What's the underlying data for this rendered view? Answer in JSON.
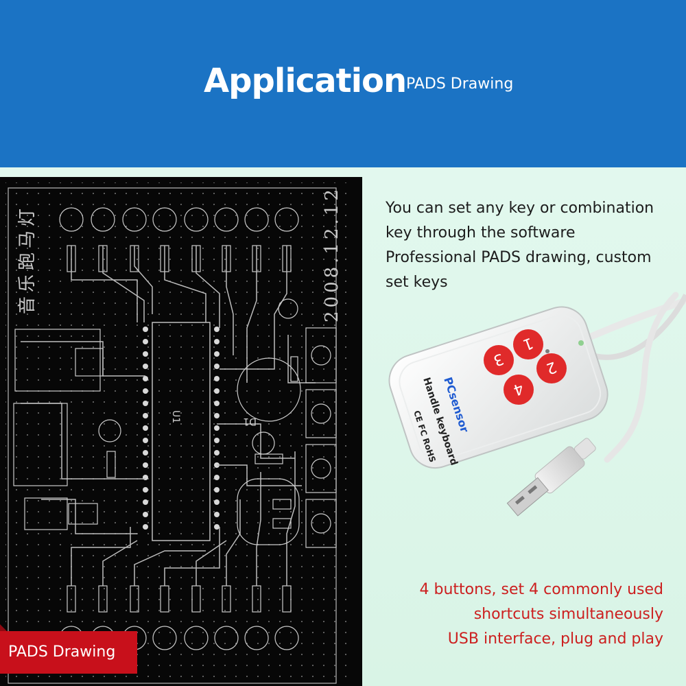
{
  "header": {
    "title": "Application",
    "subtitle": "PADS Drawing"
  },
  "description": {
    "lines": [
      "You can set any key or combination",
      "key through the software",
      "Professional PADS drawing, custom",
      "set keys"
    ]
  },
  "features": {
    "lines": [
      "4 buttons, set 4 commonly used",
      "shortcuts simultaneously",
      "USB interface, plug and play"
    ]
  },
  "badge": {
    "label": "PADS Drawing"
  },
  "pcb": {
    "vertical_text_1": "音乐跑马灯",
    "vertical_text_2": "2008.12.12",
    "chip_label": "U1",
    "component_label": "D1"
  },
  "product": {
    "brand": "PCsensor",
    "model": "Handle keyboard",
    "certifications": "CE FC RoHS",
    "keys": [
      "1",
      "2",
      "3",
      "4"
    ],
    "key_color": "#e02a2a"
  },
  "colors": {
    "header_bg": "#1b73c4",
    "panel_bg": "#dff7ea",
    "feature_text": "#cc1f1f",
    "badge_bg": "#c8101b"
  }
}
